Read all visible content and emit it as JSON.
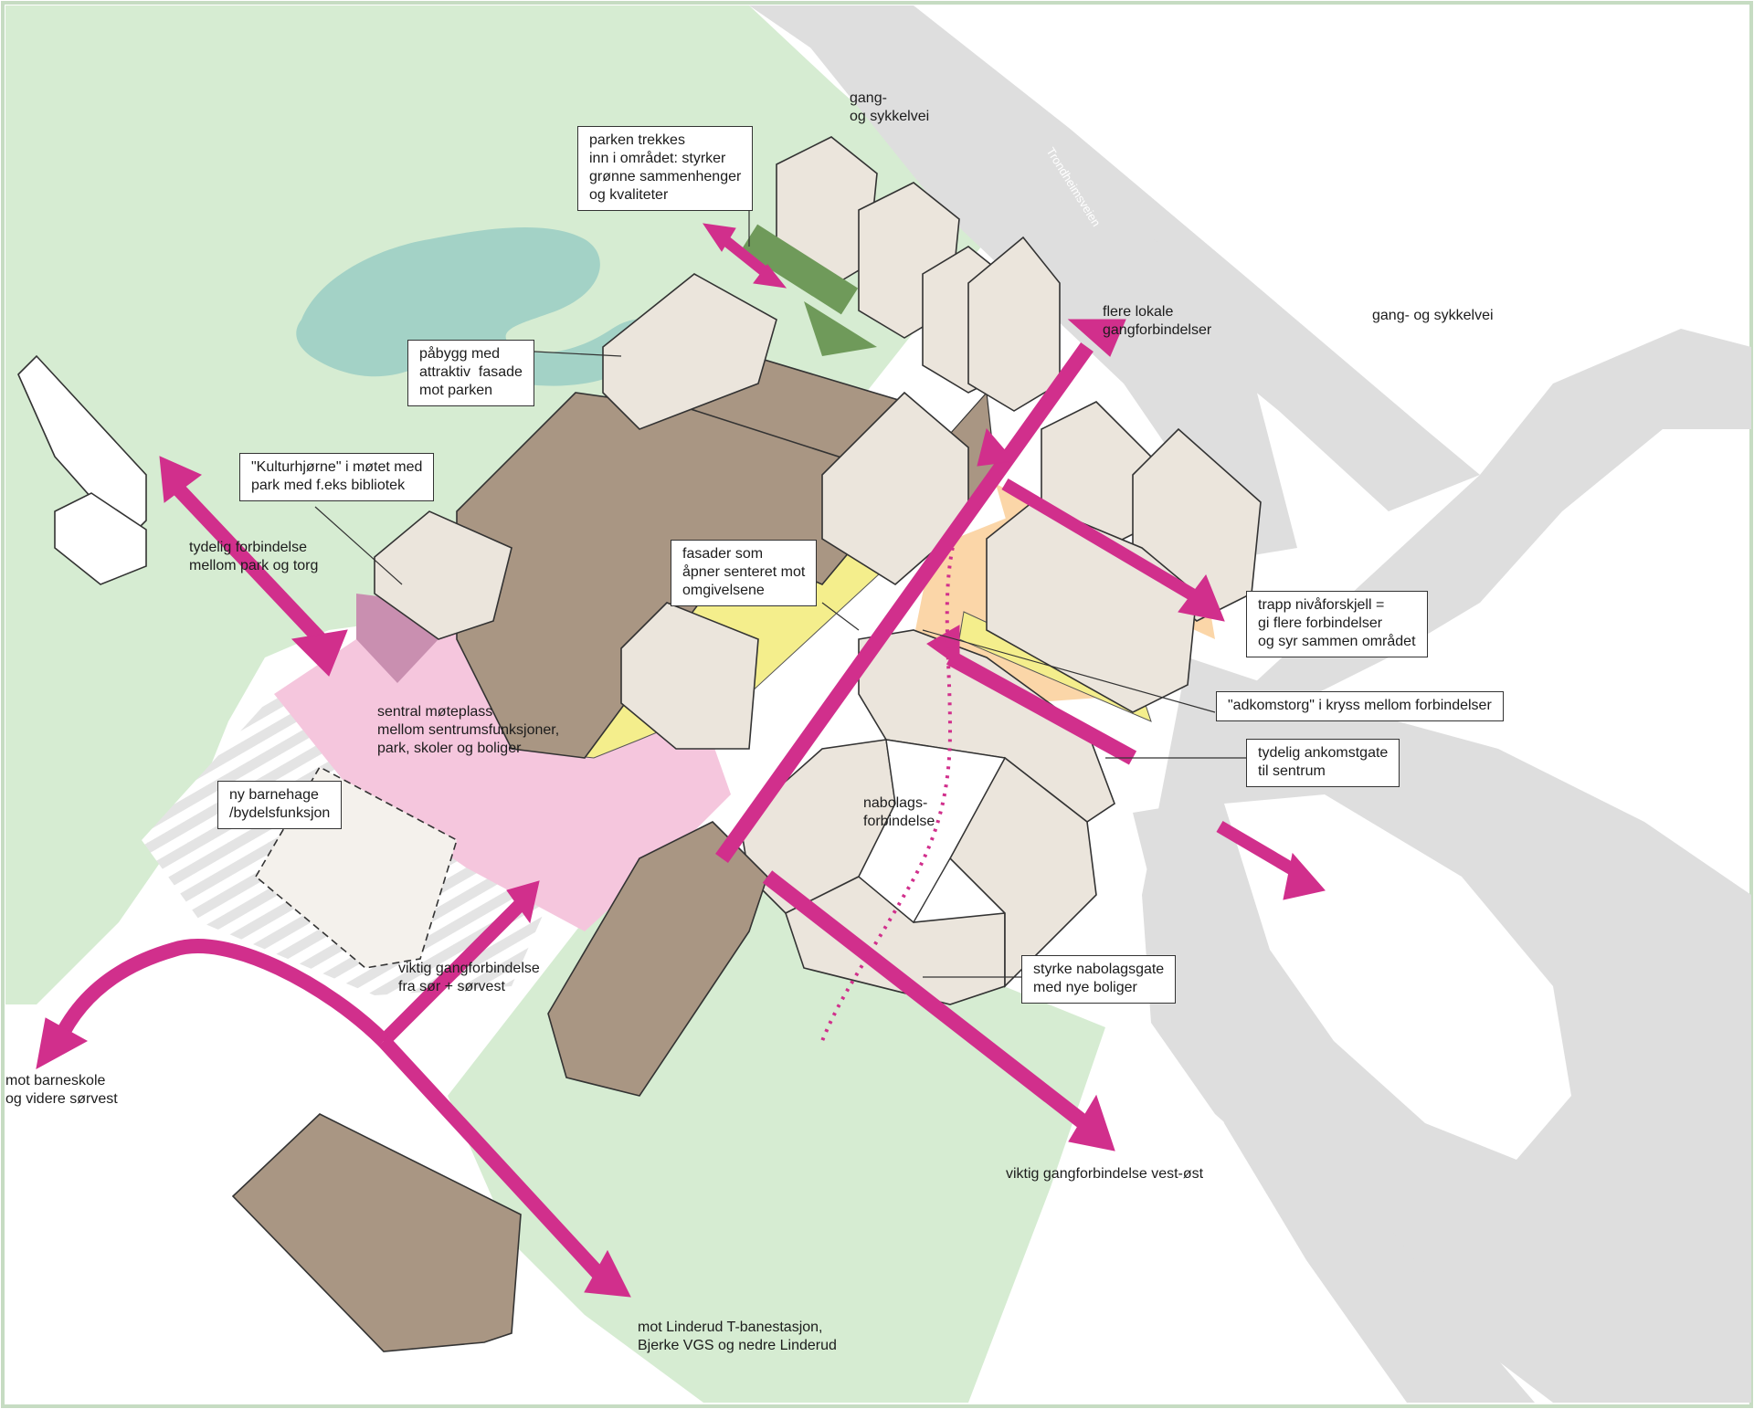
{
  "colors": {
    "park": "#d6ecd2",
    "road": "#dedede",
    "road_outline": "#cdcdcd",
    "water": "#a3d2c6",
    "building": "#ebe5dc",
    "building_dark": "#a99683",
    "plaza_pink": "#f5c6dd",
    "arrow_magenta": "#d12f8c",
    "arrow_green": "#6f9a5a",
    "yellow_edge": "#f4ee8c",
    "orange_zone": "#fbd6a8",
    "hatch": "#e4e4e4"
  },
  "icons": {
    "arrow": "double-arrow-icon",
    "green_arrow": "green-arrow-icon",
    "dotted_path": "dotted-path-icon"
  },
  "road_name": "Trondheimsveien",
  "labels": {
    "gang_sykkelvei_top": "gang-\nog sykkelvei",
    "parken_trekkes": "parken trekkes\ninn i området: styrker\ngrønne sammenhenger\nog kvaliteter",
    "flere_lokale": "flere lokale\ngangforbindelser",
    "gang_sykkelvei_right": "gang- og sykkelvei",
    "pabygg": "påbygg med\nattraktiv  fasade\nmot parken",
    "kulturhjorne": "\"Kulturhjørne\" i møtet med\npark med f.eks bibliotek",
    "tydelig_forbindelse": "tydelig forbindelse\nmellom park og torg",
    "fasader": "fasader som\nåpner senteret mot\nomgivelsene",
    "trapp": "trapp nivåforskjell =\ngi flere forbindelser\nog syr sammen området",
    "adkomstorg": "\"adkomstorg\" i kryss mellom forbindelser",
    "sentral_moteplass": "sentral møteplass\nmellom sentrumsfunksjoner,\npark, skoler og boliger",
    "ankomstgate": "tydelig ankomstgate\ntil sentrum",
    "barnehage": "ny barnehage\n/bydelsfunksjon",
    "nabolagsforbindelse": "nabolags-\nforbindelse",
    "styrke_nabolagsgate": "styrke nabolagsgate\nmed nye boliger",
    "viktig_sor": "viktig gangforbindelse\nfra sør + sørvest",
    "mot_barneskole": "mot barneskole\nog videre sørvest",
    "viktig_vest_ost": "viktig gangforbindelse vest-øst",
    "mot_linderud": "mot Linderud T-banestasjon,\nBjerke VGS og nedre Linderud"
  }
}
